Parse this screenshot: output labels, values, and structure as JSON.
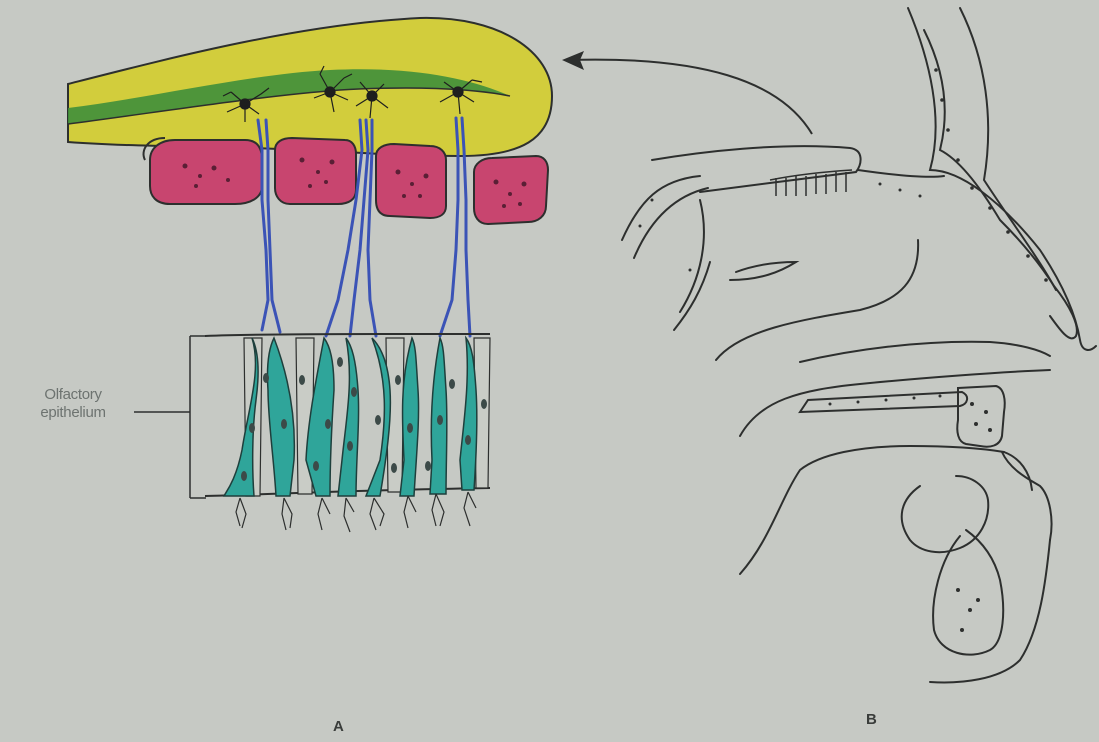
{
  "labels": {
    "epithelium_line1": "Olfactory",
    "epithelium_line2": "epithelium",
    "panel_a": "A",
    "panel_b": "B"
  },
  "colors": {
    "background": "#c6c9c4",
    "olfactory_bulb": "#d2cd3c",
    "bulb_layer": "#3f8f3a",
    "cribriform_bone": "#c8456f",
    "nerve_fibers": "#3b53b6",
    "receptor_cells": "#2fa59a",
    "line_art": "#2d2f2e"
  }
}
